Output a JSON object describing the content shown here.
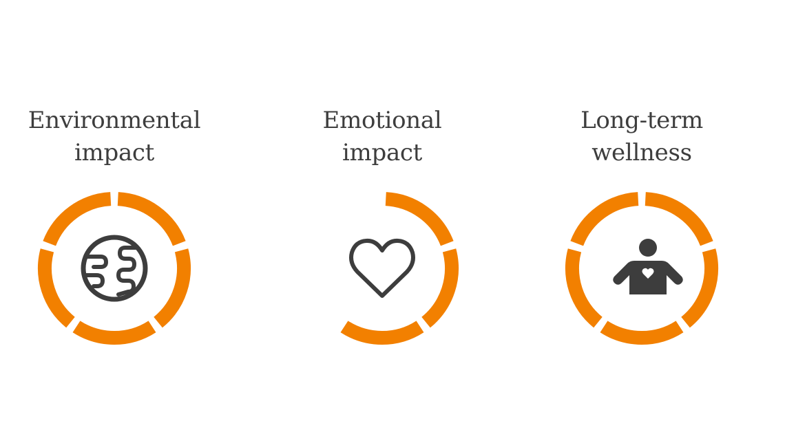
{
  "items": [
    {
      "title_line1": "Environmental",
      "title_line2": "impact",
      "icon": "globe-icon",
      "segments_filled": 5,
      "segments_total": 5
    },
    {
      "title_line1": "Emotional",
      "title_line2": "impact",
      "icon": "heart-icon",
      "segments_filled": 3,
      "segments_total": 5
    },
    {
      "title_line1": "Long-term",
      "title_line2": "wellness",
      "icon": "person-heart-icon",
      "segments_filled": 5,
      "segments_total": 5
    }
  ],
  "colors": {
    "accent": "#f28000",
    "icon": "#3d3d3d",
    "text": "#3d3d3d",
    "background": "#ffffff"
  }
}
